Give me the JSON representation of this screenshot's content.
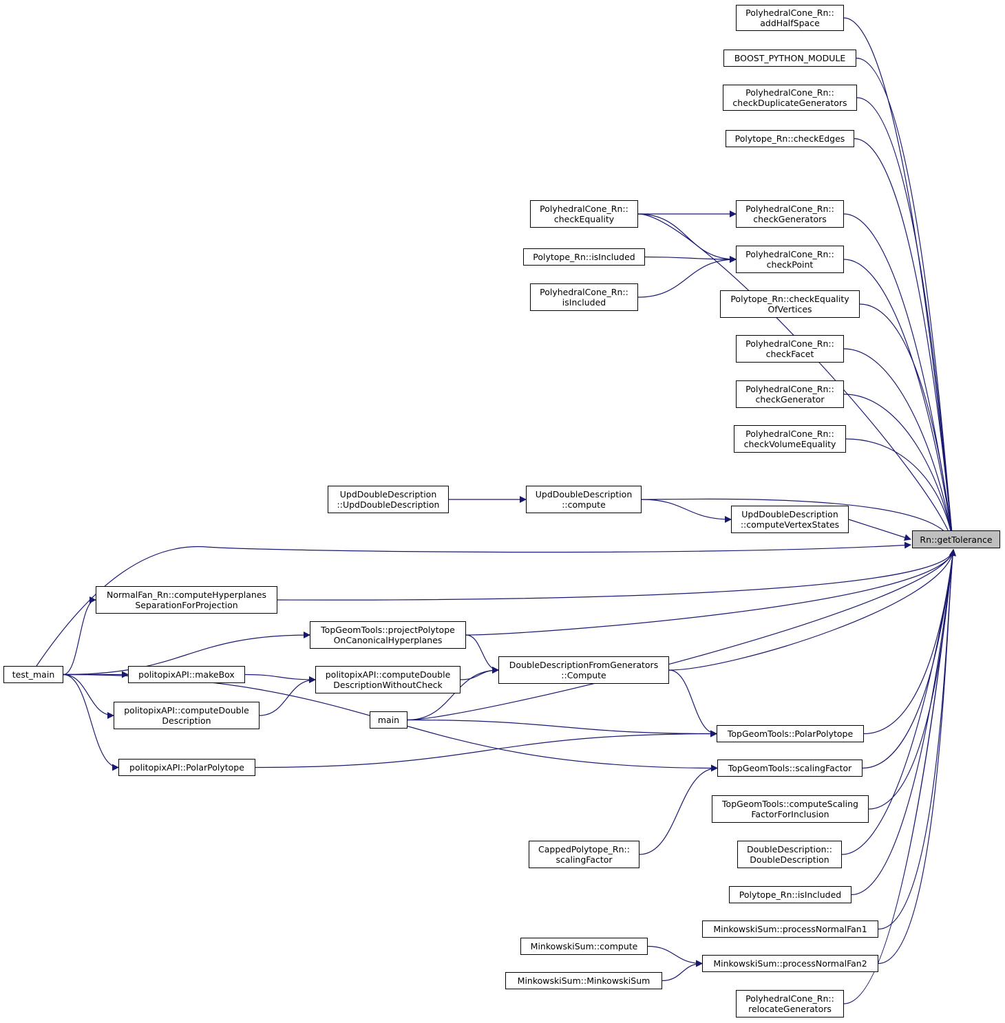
{
  "target": {
    "lines": [
      "Rn::getTolerance"
    ]
  },
  "nodes": {
    "addHalfSpace": {
      "lines": [
        "PolyhedralCone_Rn::",
        "addHalfSpace"
      ]
    },
    "boostPythonModule": {
      "lines": [
        "BOOST_PYTHON_MODULE"
      ]
    },
    "checkDuplicateGenerators": {
      "lines": [
        "PolyhedralCone_Rn::",
        "checkDuplicateGenerators"
      ]
    },
    "checkEdges": {
      "lines": [
        "Polytope_Rn::checkEdges"
      ]
    },
    "checkEquality": {
      "lines": [
        "PolyhedralCone_Rn::",
        "checkEquality"
      ]
    },
    "checkGenerators": {
      "lines": [
        "PolyhedralCone_Rn::",
        "checkGenerators"
      ]
    },
    "polytopeIsIncludedLeft": {
      "lines": [
        "Polytope_Rn::isIncluded"
      ]
    },
    "checkPoint": {
      "lines": [
        "PolyhedralCone_Rn::",
        "checkPoint"
      ]
    },
    "coneIsIncluded": {
      "lines": [
        "PolyhedralCone_Rn::",
        "isIncluded"
      ]
    },
    "checkEqualityOfVertices": {
      "lines": [
        "Polytope_Rn::checkEquality",
        "OfVertices"
      ]
    },
    "checkFacet": {
      "lines": [
        "PolyhedralCone_Rn::",
        "checkFacet"
      ]
    },
    "checkGenerator": {
      "lines": [
        "PolyhedralCone_Rn::",
        "checkGenerator"
      ]
    },
    "checkVolumeEquality": {
      "lines": [
        "PolyhedralCone_Rn::",
        "checkVolumeEquality"
      ]
    },
    "updCtor": {
      "lines": [
        "UpdDoubleDescription",
        "::UpdDoubleDescription"
      ]
    },
    "updCompute": {
      "lines": [
        "UpdDoubleDescription",
        "::compute"
      ]
    },
    "updComputeVertexStates": {
      "lines": [
        "UpdDoubleDescription",
        "::computeVertexStates"
      ]
    },
    "normalFan": {
      "lines": [
        "NormalFan_Rn::computeHyperplanes",
        "SeparationForProjection"
      ]
    },
    "projectPolytope": {
      "lines": [
        "TopGeomTools::projectPolytope",
        "OnCanonicalHyperplanes"
      ]
    },
    "testMain": {
      "lines": [
        "test_main"
      ]
    },
    "makeBox": {
      "lines": [
        "politopixAPI::makeBox"
      ]
    },
    "computeDDWithoutCheck": {
      "lines": [
        "politopixAPI::computeDouble",
        "DescriptionWithoutCheck"
      ]
    },
    "ddFromGeneratorsCompute": {
      "lines": [
        "DoubleDescriptionFromGenerators",
        "::Compute"
      ]
    },
    "computeDD": {
      "lines": [
        "politopixAPI::computeDouble",
        "Description"
      ]
    },
    "main": {
      "lines": [
        "main"
      ]
    },
    "topPolarPolytope": {
      "lines": [
        "TopGeomTools::PolarPolytope"
      ]
    },
    "apiPolarPolytope": {
      "lines": [
        "politopixAPI::PolarPolytope"
      ]
    },
    "topScalingFactor": {
      "lines": [
        "TopGeomTools::scalingFactor"
      ]
    },
    "computeScalingFactor": {
      "lines": [
        "TopGeomTools::computeScaling",
        "FactorForInclusion"
      ]
    },
    "cappedScalingFactor": {
      "lines": [
        "CappedPolytope_Rn::",
        "scalingFactor"
      ]
    },
    "ddCtor": {
      "lines": [
        "DoubleDescription::",
        "DoubleDescription"
      ]
    },
    "polytopeIsIncludedRight": {
      "lines": [
        "Polytope_Rn::isIncluded"
      ]
    },
    "processNormalFan1": {
      "lines": [
        "MinkowskiSum::processNormalFan1"
      ]
    },
    "minkowskiCompute": {
      "lines": [
        "MinkowskiSum::compute"
      ]
    },
    "processNormalFan2": {
      "lines": [
        "MinkowskiSum::processNormalFan2"
      ]
    },
    "minkowskiCtor": {
      "lines": [
        "MinkowskiSum::MinkowskiSum"
      ]
    },
    "relocateGenerators": {
      "lines": [
        "PolyhedralCone_Rn::",
        "relocateGenerators"
      ]
    }
  },
  "edges": [
    [
      "addHalfSpace",
      "target"
    ],
    [
      "boostPythonModule",
      "target"
    ],
    [
      "checkDuplicateGenerators",
      "target"
    ],
    [
      "checkEdges",
      "target"
    ],
    [
      "checkEquality",
      "target"
    ],
    [
      "checkEquality",
      "checkGenerators"
    ],
    [
      "checkEquality",
      "checkPoint"
    ],
    [
      "checkGenerators",
      "target"
    ],
    [
      "polytopeIsIncludedLeft",
      "checkPoint"
    ],
    [
      "coneIsIncluded",
      "checkPoint"
    ],
    [
      "checkPoint",
      "target"
    ],
    [
      "checkEqualityOfVertices",
      "target"
    ],
    [
      "checkFacet",
      "target"
    ],
    [
      "checkGenerator",
      "target"
    ],
    [
      "checkVolumeEquality",
      "target"
    ],
    [
      "updCtor",
      "updCompute"
    ],
    [
      "updCompute",
      "target"
    ],
    [
      "updCompute",
      "updComputeVertexStates"
    ],
    [
      "updComputeVertexStates",
      "target"
    ],
    [
      "testMain",
      "target"
    ],
    [
      "testMain",
      "normalFan"
    ],
    [
      "testMain",
      "projectPolytope"
    ],
    [
      "testMain",
      "makeBox"
    ],
    [
      "testMain",
      "computeDD"
    ],
    [
      "testMain",
      "apiPolarPolytope"
    ],
    [
      "testMain",
      "topScalingFactor"
    ],
    [
      "normalFan",
      "target"
    ],
    [
      "projectPolytope",
      "target"
    ],
    [
      "projectPolytope",
      "ddFromGeneratorsCompute"
    ],
    [
      "makeBox",
      "computeDDWithoutCheck"
    ],
    [
      "computeDD",
      "computeDDWithoutCheck"
    ],
    [
      "computeDDWithoutCheck",
      "ddFromGeneratorsCompute"
    ],
    [
      "ddFromGeneratorsCompute",
      "target"
    ],
    [
      "ddFromGeneratorsCompute",
      "topPolarPolytope"
    ],
    [
      "main",
      "target"
    ],
    [
      "main",
      "ddFromGeneratorsCompute"
    ],
    [
      "main",
      "topPolarPolytope"
    ],
    [
      "apiPolarPolytope",
      "topPolarPolytope"
    ],
    [
      "topPolarPolytope",
      "target"
    ],
    [
      "topScalingFactor",
      "target"
    ],
    [
      "cappedScalingFactor",
      "topScalingFactor"
    ],
    [
      "computeScalingFactor",
      "target"
    ],
    [
      "ddCtor",
      "target"
    ],
    [
      "polytopeIsIncludedRight",
      "target"
    ],
    [
      "processNormalFan1",
      "target"
    ],
    [
      "minkowskiCompute",
      "processNormalFan2"
    ],
    [
      "minkowskiCtor",
      "processNormalFan2"
    ],
    [
      "processNormalFan2",
      "target"
    ],
    [
      "relocateGenerators",
      "target"
    ]
  ],
  "colors": {
    "edge": "#191970",
    "target_fill": "#bfbfbf",
    "node_border": "#000000"
  }
}
